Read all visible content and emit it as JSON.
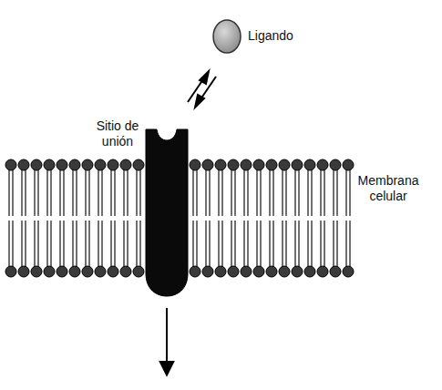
{
  "diagram": {
    "labels": [
      "Ligando",
      "Sitio de unión",
      "Membrana celular"
    ]
  }
}
